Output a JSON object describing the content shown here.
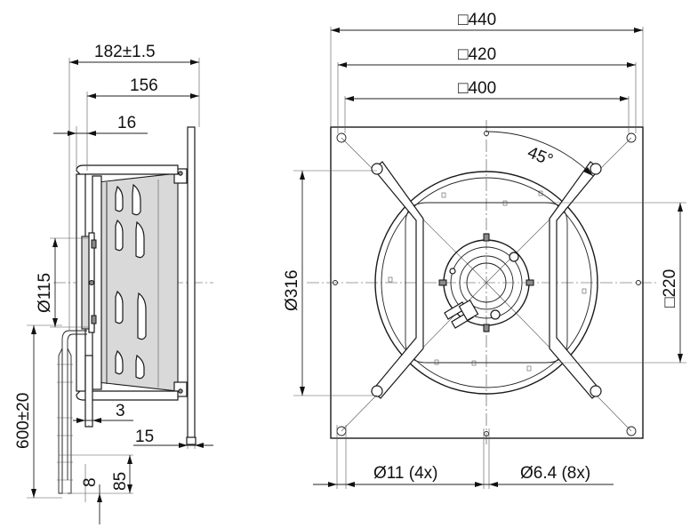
{
  "side_view": {
    "overall_depth": "182±1.5",
    "depth_to_flange": "156",
    "inlet_ring": "16",
    "hub_diameter": "Ø115",
    "cable_length": "600±20",
    "offset_3": "3",
    "flange_15": "15",
    "cable_8": "8",
    "cable_85": "85"
  },
  "front_view": {
    "square_440": "□440",
    "square_420": "□420",
    "square_400": "□400",
    "angle": "45°",
    "inlet_diameter": "Ø316",
    "square_220": "□220",
    "hole_large": "Ø11 (4x)",
    "hole_small": "Ø6.4 (8x)"
  }
}
